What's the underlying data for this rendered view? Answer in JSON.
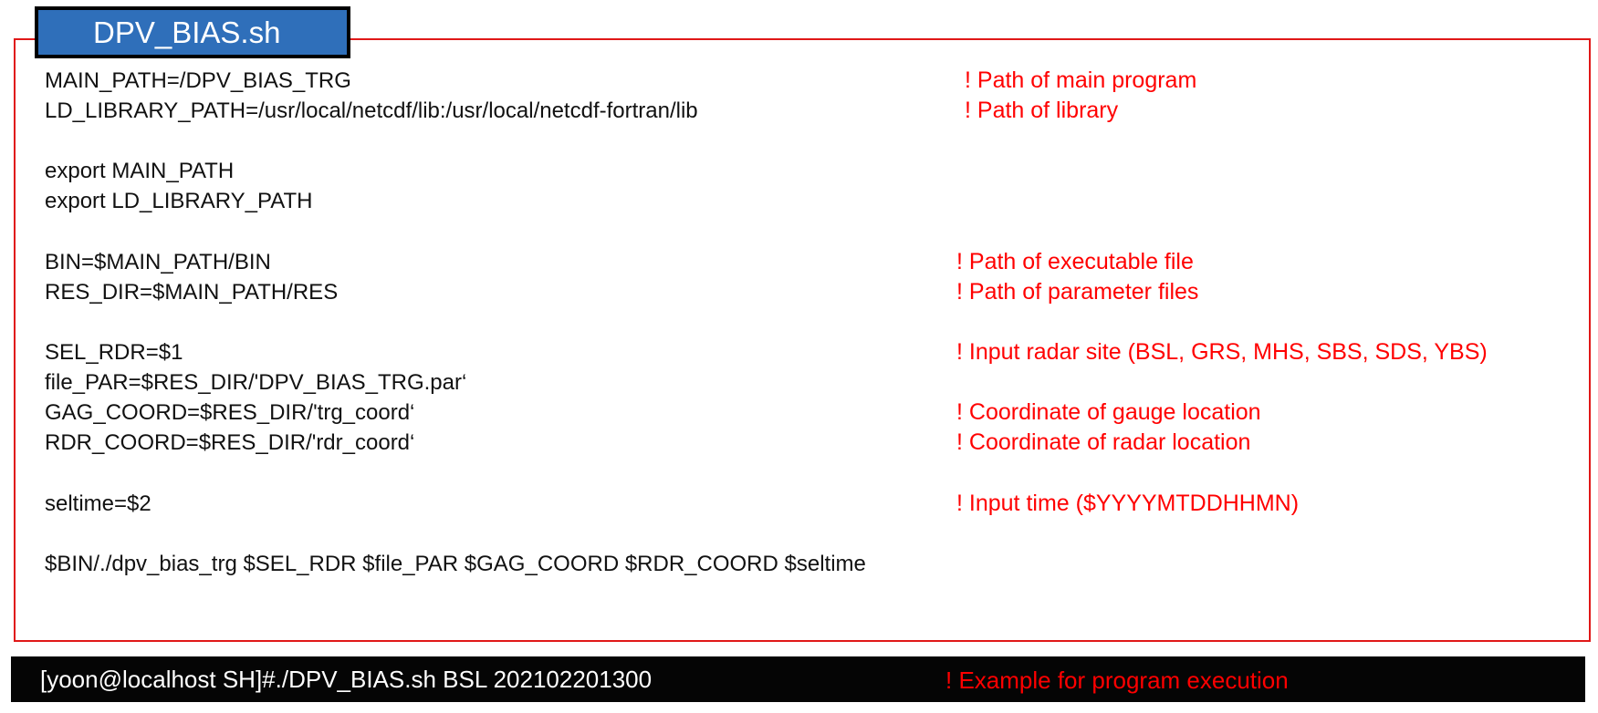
{
  "title": "DPV_BIAS.sh",
  "script": {
    "lines": [
      "MAIN_PATH=/DPV_BIAS_TRG",
      "LD_LIBRARY_PATH=/usr/local/netcdf/lib:/usr/local/netcdf-fortran/lib",
      "export MAIN_PATH",
      "export LD_LIBRARY_PATH",
      "BIN=$MAIN_PATH/BIN",
      "RES_DIR=$MAIN_PATH/RES",
      "SEL_RDR=$1",
      "file_PAR=$RES_DIR/'DPV_BIAS_TRG.par‘",
      "GAG_COORD=$RES_DIR/'trg_coord‘",
      "RDR_COORD=$RES_DIR/'rdr_coord‘",
      "seltime=$2",
      "$BIN/./dpv_bias_trg $SEL_RDR $file_PAR $GAG_COORD $RDR_COORD $seltime"
    ],
    "comments": [
      "! Path of main program",
      "! Path of library",
      "! Path of executable file",
      "! Path of parameter files",
      "! Input radar site (BSL, GRS, MHS, SBS, SDS, YBS)",
      "! Coordinate of gauge location",
      "! Coordinate of radar location",
      "! Input time ($YYYYMTDDHHMN)"
    ]
  },
  "terminal": {
    "command": "[yoon@localhost SH]#./DPV_BIAS.sh BSL 202102201300",
    "comment": "! Example for program execution"
  },
  "colors": {
    "title_bg": "#2f6fba",
    "frame_border": "#e01818",
    "comment_text": "#ff0000",
    "terminal_bg": "#050505"
  }
}
